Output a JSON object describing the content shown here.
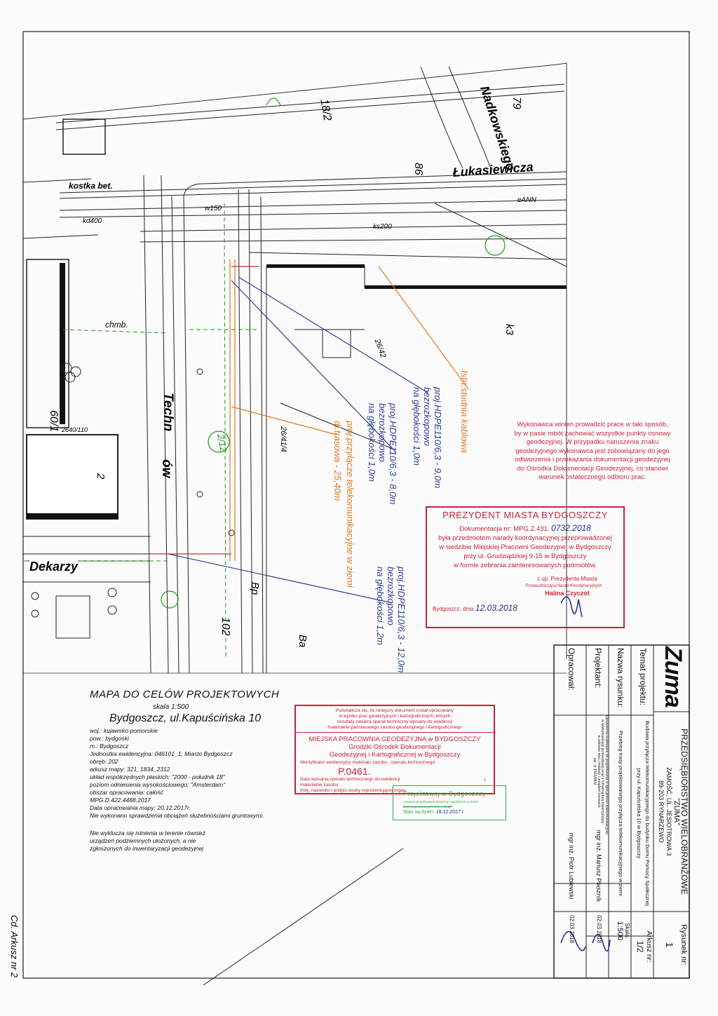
{
  "map": {
    "street_lukasiewicza": "Łukasiewicza",
    "street_nadkowskiego": "Nadkowskiego",
    "street_techn": "Techn",
    "street_techn2": "ów",
    "street_dekarzy": "Dekarzy",
    "labels": {
      "kostka": "kostka bet.",
      "chmb": "chmb.",
      "w150": "w150",
      "kd400": "kd400",
      "ks200": "ks200",
      "eann": "eANN",
      "k3": "k3",
      "nr_60_1": "60/1",
      "nr_2640_110": "2640/110",
      "nr_26_41_4": "26/41/4",
      "nr_26_42": "26/42",
      "nr_102": "102",
      "nr_86": "86",
      "nr_79": "79",
      "nr_102b": "18/2",
      "bp": "Bp",
      "ba": "Ba",
      "ozn_2": "2",
      "ozn_12": "2/12"
    },
    "annot_istn": "Istn.studnia kablowa",
    "annot_proj1_a": "proj.HDPE110/6,3 - 9,0m",
    "annot_proj1_b": "bezrozkopowo",
    "annot_proj1_c": "na głębokości 1,0m",
    "annot_proj2_a": "proj.HDPE110/6,3 - 8,0m",
    "annot_proj2_b": "bezrozkopowo",
    "annot_proj2_c": "na głębokości 1,0m",
    "annot_proj3_a": "proj.przyłącze telekomunikacyjne w ziemi",
    "annot_proj3_b": "dł.trasowa - 25,40m",
    "annot_proj4_a": "proj.HDPE110/6,3 - 12,0m",
    "annot_proj4_b": "bezrozkopowo",
    "annot_proj4_c": "na głębokości 1,2m"
  },
  "warning_text": [
    "Wykonawca winien prowadzić prace w taki sposób,",
    "by w pasie robót zachować wszystkie punkty osnowy",
    "geodezyjnej. W przypadku naruszenia znaku",
    "geodezyjnego wykonawca jest zobowiązany do jego",
    "odtworzenia i przekazania dokumentacji geodezyjnej",
    "do Ośrodka Dokumentacji Geodezyjnej, co stanowi",
    "warunek ostatecznego odbioru prac."
  ],
  "stamp_prezydent": {
    "title": "PREZYDENT MIASTA BYDGOSZCZY",
    "doc_label": "Dokumentacja nr: MPG.Z.431.",
    "doc_no": "0732.2018",
    "lines": [
      "była przedmiotem narady koordynacyjnej przeprowadzonej",
      "w siedzibie Miejskiej Pracowni Geodezyjnej w Bydgoszczy",
      "przy ul. Grudziądzkiej 9-15 w Bydgoszczy",
      "w formie zebrania zainteresowanych podmiotów."
    ],
    "signer1": "z up. Prezydenta Miasta",
    "signer2": "Przewodnicząca Narad Koordynacyjnych",
    "signer3": "Halina Czyczot",
    "date_label": "Bydgoszcz, dnia",
    "date": "12.03.2018"
  },
  "title_block": {
    "company_1": "PRZEDSIĘBIORSTWO WIELOBRANŻOWE",
    "company_2": "\"ZUMA\"",
    "company_3": "ZAMOŚĆ, UL. JESIOTROWA 3",
    "company_4": "89-203 RYNARZEWO",
    "logo": "Zuma",
    "drawing_no_label": "Rysunek nr:",
    "drawing_no": "1",
    "temat_label": "Temat projektu:",
    "temat_1": "Budowa przyłącza telekomunikacyjnego do budynku Domu Pomocy Społecznej",
    "temat_2": "przy ul. Kapuścińska 10 w Bydgoszczy",
    "arkusz_label": "Arkusz nr:",
    "arkusz": "1/2",
    "nazwa_label": "Nazwa rysunku:",
    "nazwa": "Przebieg trasy projektowanego przyłącza telekomunikacyjnego w ziemi",
    "skala_label": "Skala:",
    "skala": "1:500",
    "projektant_label": "Projektant:",
    "projektant_1": "Uprawnienia budowlane do projektowania w specjalności telekomunikacyjnej",
    "projektant_2": "w telekomunikacji przewodowej wraz z infrastrukturą towarzyszącą",
    "projektant_3": "w zakresie sieci, instalacji i urządzeń liniowych",
    "projektant_4": "upr. nr 1503/99/U",
    "projektant_name": "mgr inż. Mariusz Plaszník",
    "projektant_date": "02.03.2018",
    "opracowal_label": "Opracował:",
    "opracowal_name": "mgr inż. Piotr Lubiewski",
    "opracowal_date": "02.03.2018"
  },
  "map_info": {
    "title": "MAPA DO CELÓW PROJEKTOWYCH",
    "scale": "skala 1:500",
    "place": "Bydgoszcz, ul.Kapuścińska 10",
    "lines": [
      "woj.: kujawsko-pomorskie",
      "pow.: bydgoski",
      "m.: Bydgoszcz",
      "Jednostka ewidencyjna: 046101_1, Miasto Bydgoszcz",
      "obręb: 202",
      "arkusz mapy: 321_1834_2312",
      "układ współrzędnych płaskich: \"2000 - południk 18\"",
      "poziom odniesienia wysokościowego: \"Amsterdam\"",
      "obszar opracowania: całość",
      "MPG.D.422.4488.2017",
      "Data opracowania mapy: 20.12.2017r.",
      "Nie wykonano sprawdzenia obciążeń służebnościami gruntowymi."
    ],
    "note": [
      "Nie wyklucza się istnienia w terenie również",
      "urządzeń podziemnych ułożonych, a nie",
      "zgłoszonych do inwentaryzacji geodezyjnej"
    ]
  },
  "stamp_mpg": {
    "intro": [
      "Poświadcza się, że niniejszy dokument został opracowany",
      "w wyniku prac geodezyjnych i kartograficznych, których",
      "rezultaty zawiera operat techniczny wpisany do ewidencji",
      "materiałów państwowego zasobu geodezyjnego i kartograficznego"
    ],
    "title": "MIEJSKA PRACOWNIA GEODEZYJNA w BYDGOSZCZY",
    "sub1": "Grodzki Ośrodek Dokumentacji",
    "sub2": "Geodezyjnej i Kartograficznej w Bydgoszczy",
    "id_label": "Identyfikator ewidencyjny materiału zasobu - operatu technicznego:",
    "id": "P.0461.",
    "date_label": "Data wpisania operatu technicznego do ewidencji materiałów zasobu:",
    "date_suffix": "r.",
    "sign_label": "Imię, nazwisko i podpis osoby reprezentującej organ."
  },
  "stamp_green": {
    "line1": "Projektowej w Bydgoszczy",
    "line2": "Aktualne projektowane elementy uzgodnione w ZUDP",
    "line3": "Brak projektowanych sieci w ZUDP",
    "line4_label": "Stan na dzień:",
    "line4_date": "18.12.2017 r."
  },
  "footer": "Cd. Arkusz nr 2"
}
